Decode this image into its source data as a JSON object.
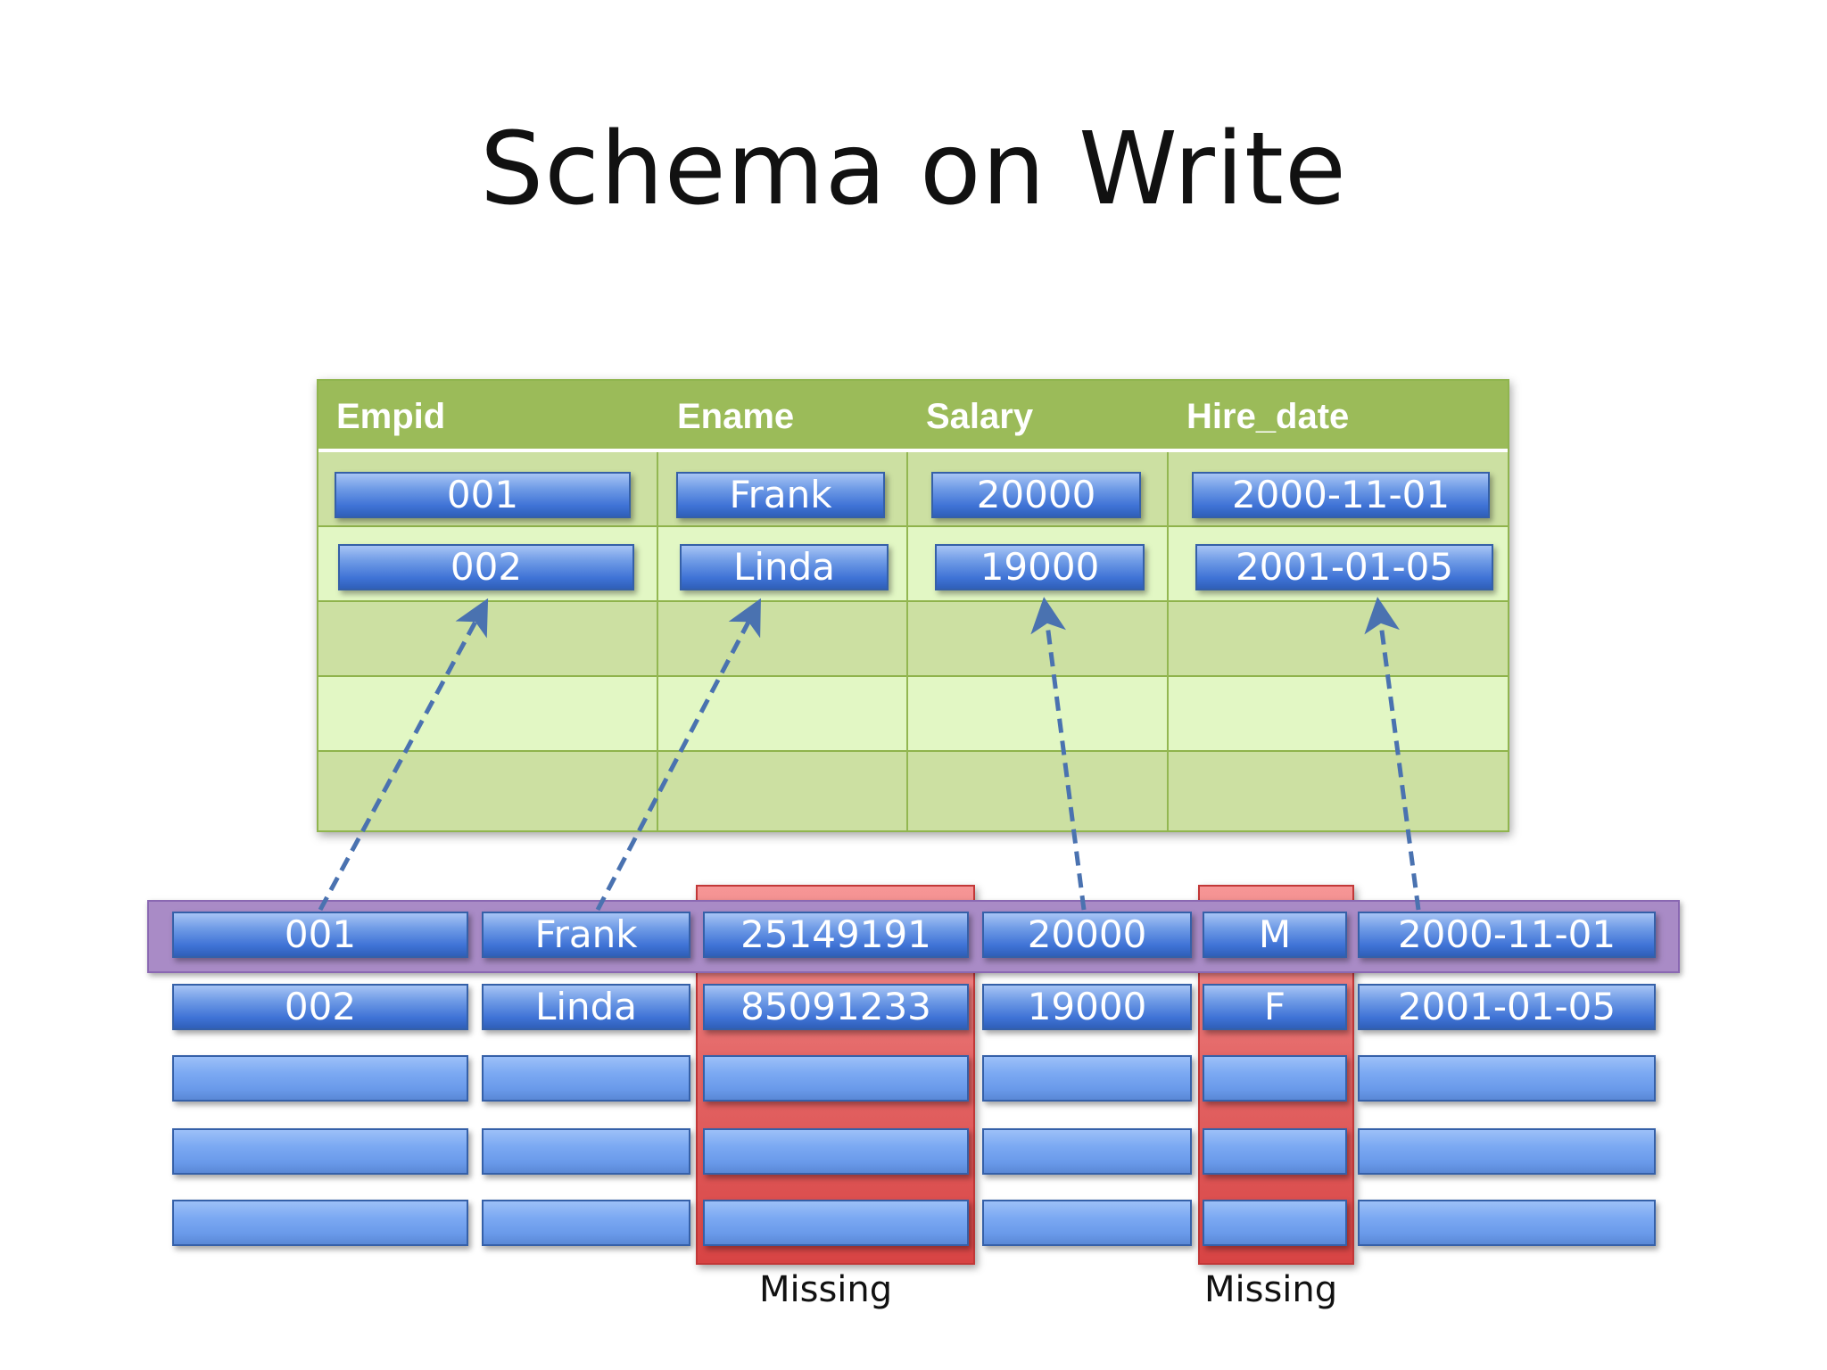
{
  "title": "Schema on Write",
  "schema_table": {
    "columns": [
      "Empid",
      "Ename",
      "Salary",
      "Hire_date"
    ],
    "rows": [
      [
        "001",
        "Frank",
        "20000",
        "2000-11-01"
      ],
      [
        "002",
        "Linda",
        "19000",
        "2001-01-05"
      ]
    ]
  },
  "source_data": {
    "rows": [
      [
        "001",
        "Frank",
        "25149191",
        "20000",
        "M",
        "2000-11-01"
      ],
      [
        "002",
        "Linda",
        "85091233",
        "19000",
        "F",
        "2001-01-05"
      ]
    ]
  },
  "missing_labels": [
    "Missing",
    "Missing"
  ],
  "colors": {
    "schema_header": "#9bbb59",
    "value_box": "#4f81bd",
    "missing": "#e46868",
    "highlight": "#a98bc6",
    "arrow": "#4a72b0"
  }
}
